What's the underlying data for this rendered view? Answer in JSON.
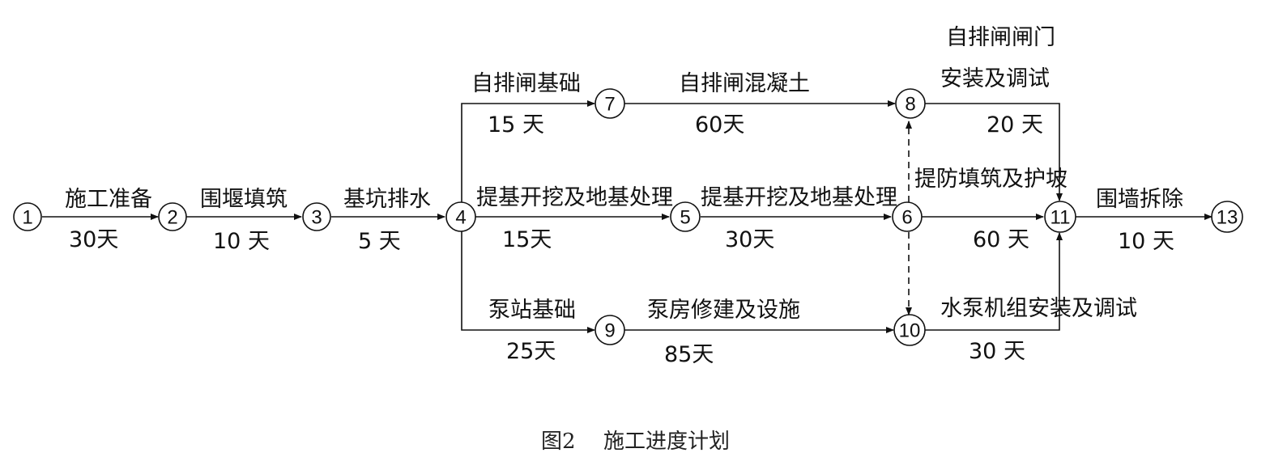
{
  "nodes": [
    {
      "id": "1",
      "label": "1"
    },
    {
      "id": "2",
      "label": "2"
    },
    {
      "id": "3",
      "label": "3"
    },
    {
      "id": "4",
      "label": "4"
    },
    {
      "id": "5",
      "label": "5"
    },
    {
      "id": "6",
      "label": "6"
    },
    {
      "id": "7",
      "label": "7"
    },
    {
      "id": "8",
      "label": "8"
    },
    {
      "id": "9",
      "label": "9"
    },
    {
      "id": "10",
      "label": "10"
    },
    {
      "id": "11",
      "label": "11"
    },
    {
      "id": "13",
      "label": "13"
    }
  ],
  "activities": [
    {
      "from": "1",
      "to": "2",
      "name": "施工准备",
      "duration": "30天"
    },
    {
      "from": "2",
      "to": "3",
      "name": "围堰填筑",
      "duration": "10 天"
    },
    {
      "from": "3",
      "to": "4",
      "name": "基坑排水",
      "duration": "5  天"
    },
    {
      "from": "4",
      "to": "7",
      "name": "自排闸基础",
      "duration": "15 天"
    },
    {
      "from": "4",
      "to": "5",
      "name": "提基开挖及地基处理",
      "duration": "15天"
    },
    {
      "from": "4",
      "to": "9",
      "name": "泵站基础",
      "duration": "25天"
    },
    {
      "from": "7",
      "to": "8",
      "name": "自排闸混凝土",
      "duration": "60天"
    },
    {
      "from": "5",
      "to": "6",
      "name": "提基开挖及地基处理",
      "duration": "30天"
    },
    {
      "from": "9",
      "to": "10",
      "name": "泵房修建及设施",
      "duration": "85天"
    },
    {
      "from": "8",
      "to": "11",
      "name_line1": "自排闸闸门",
      "name_line2": "安装及调试",
      "duration": "20 天"
    },
    {
      "from": "6",
      "to": "11",
      "name": "提防填筑及护坡",
      "duration": "60 天"
    },
    {
      "from": "10",
      "to": "11",
      "name": "水泵机组安装及调试",
      "duration": "30 天"
    },
    {
      "from": "11",
      "to": "13",
      "name": "围墙拆除",
      "duration": "10 天"
    }
  ],
  "dummy_links": [
    {
      "from": "6",
      "to": "8"
    },
    {
      "from": "6",
      "to": "10"
    }
  ],
  "caption": {
    "figure": "图2",
    "title": "施工进度计划"
  }
}
